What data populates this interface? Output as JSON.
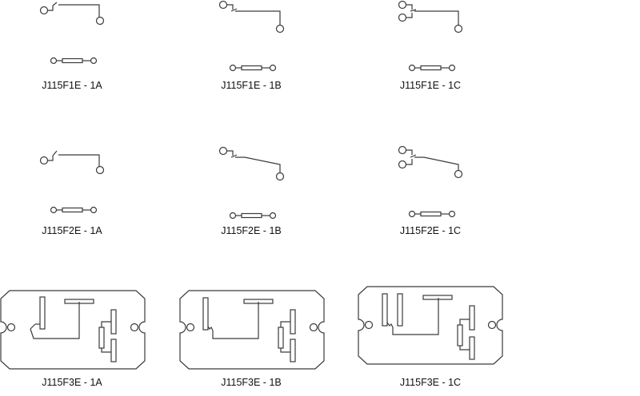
{
  "relays": [
    {
      "label": "J115F1E - 1A"
    },
    {
      "label": "J115F1E - 1B"
    },
    {
      "label": "J115F1E - 1C"
    },
    {
      "label": "J115F2E - 1A"
    },
    {
      "label": "J115F2E - 1B"
    },
    {
      "label": "J115F2E - 1C"
    },
    {
      "label": "J115F3E - 1A"
    },
    {
      "label": "J115F3E - 1B"
    },
    {
      "label": "J115F3E - 1C"
    }
  ]
}
